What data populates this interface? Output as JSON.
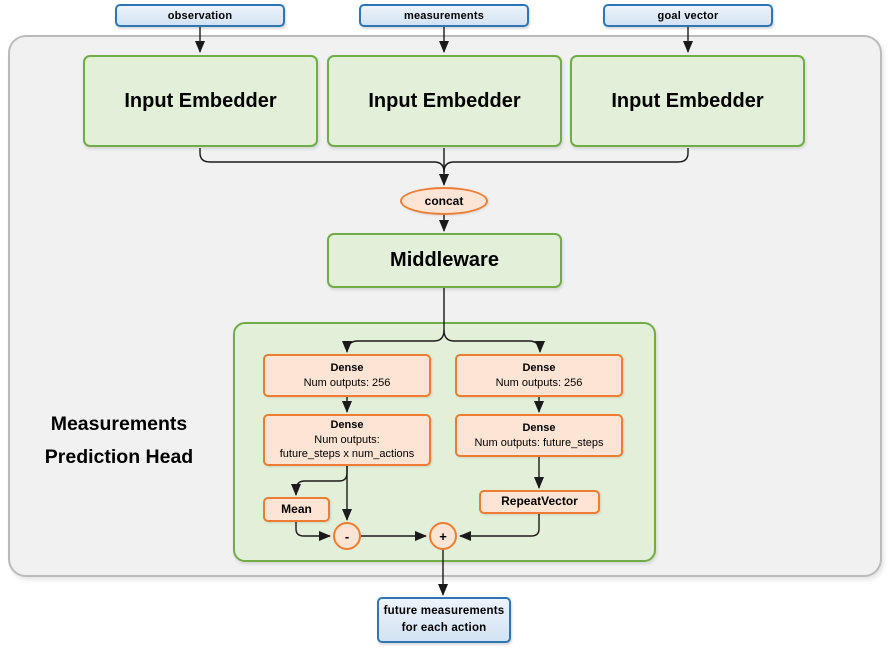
{
  "colors": {
    "blue_border": "#2E75B6",
    "blue_fill": "#DCE9F6",
    "green_border": "#70AD47",
    "green_fill": "#E2EFD9",
    "orange_border": "#ED7D31",
    "orange_fill": "#FCE5D5",
    "container_fill": "#F1F1F2",
    "container_border": "#BBBBBB",
    "line_color": "#1A1A1A"
  },
  "inputs": [
    {
      "label": "observation"
    },
    {
      "label": "measurements"
    },
    {
      "label": "goal vector"
    }
  ],
  "embedders": [
    {
      "label": "Input Embedder"
    },
    {
      "label": "Input Embedder"
    },
    {
      "label": "Input Embedder"
    }
  ],
  "concat": {
    "label": "concat"
  },
  "middleware": {
    "label": "Middleware"
  },
  "head": {
    "title_line1": "Measurements",
    "title_line2": "Prediction Head",
    "dense_action_1": {
      "title": "Dense",
      "line1": "Num outputs: 256"
    },
    "dense_action_2": {
      "title": "Dense",
      "line1": "Num outputs:",
      "line2": "future_steps x num_actions"
    },
    "dense_expect_1": {
      "title": "Dense",
      "line1": "Num outputs: 256"
    },
    "dense_expect_2": {
      "title": "Dense",
      "line1": "Num outputs: future_steps"
    },
    "mean": {
      "label": "Mean"
    },
    "repeat_vector": {
      "label": "RepeatVector"
    },
    "minus": {
      "label": "-"
    },
    "plus": {
      "label": "+"
    }
  },
  "output": {
    "line1": "future measurements",
    "line2": "for each action"
  }
}
